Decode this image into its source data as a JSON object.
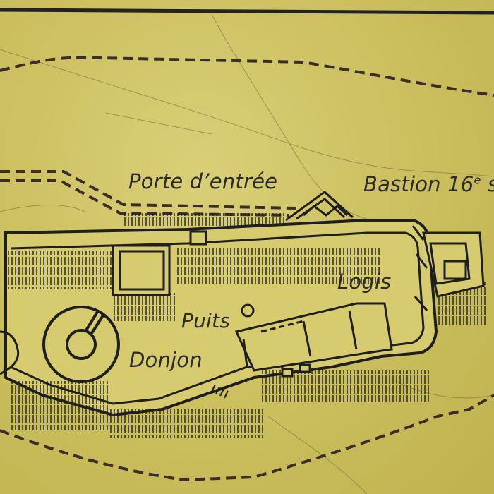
{
  "map": {
    "labels": {
      "porte": "Porte d’entrée",
      "bastion": "Bastion 16",
      "bastion_sup": "e",
      "bastion_tail": " s",
      "logis": "Logis",
      "puits": "Puits",
      "donjon": "Donjon"
    },
    "colors": {
      "background": "#cdc161",
      "ink": "#1f1f1f",
      "dashed_path": "#3a2e2a"
    }
  }
}
